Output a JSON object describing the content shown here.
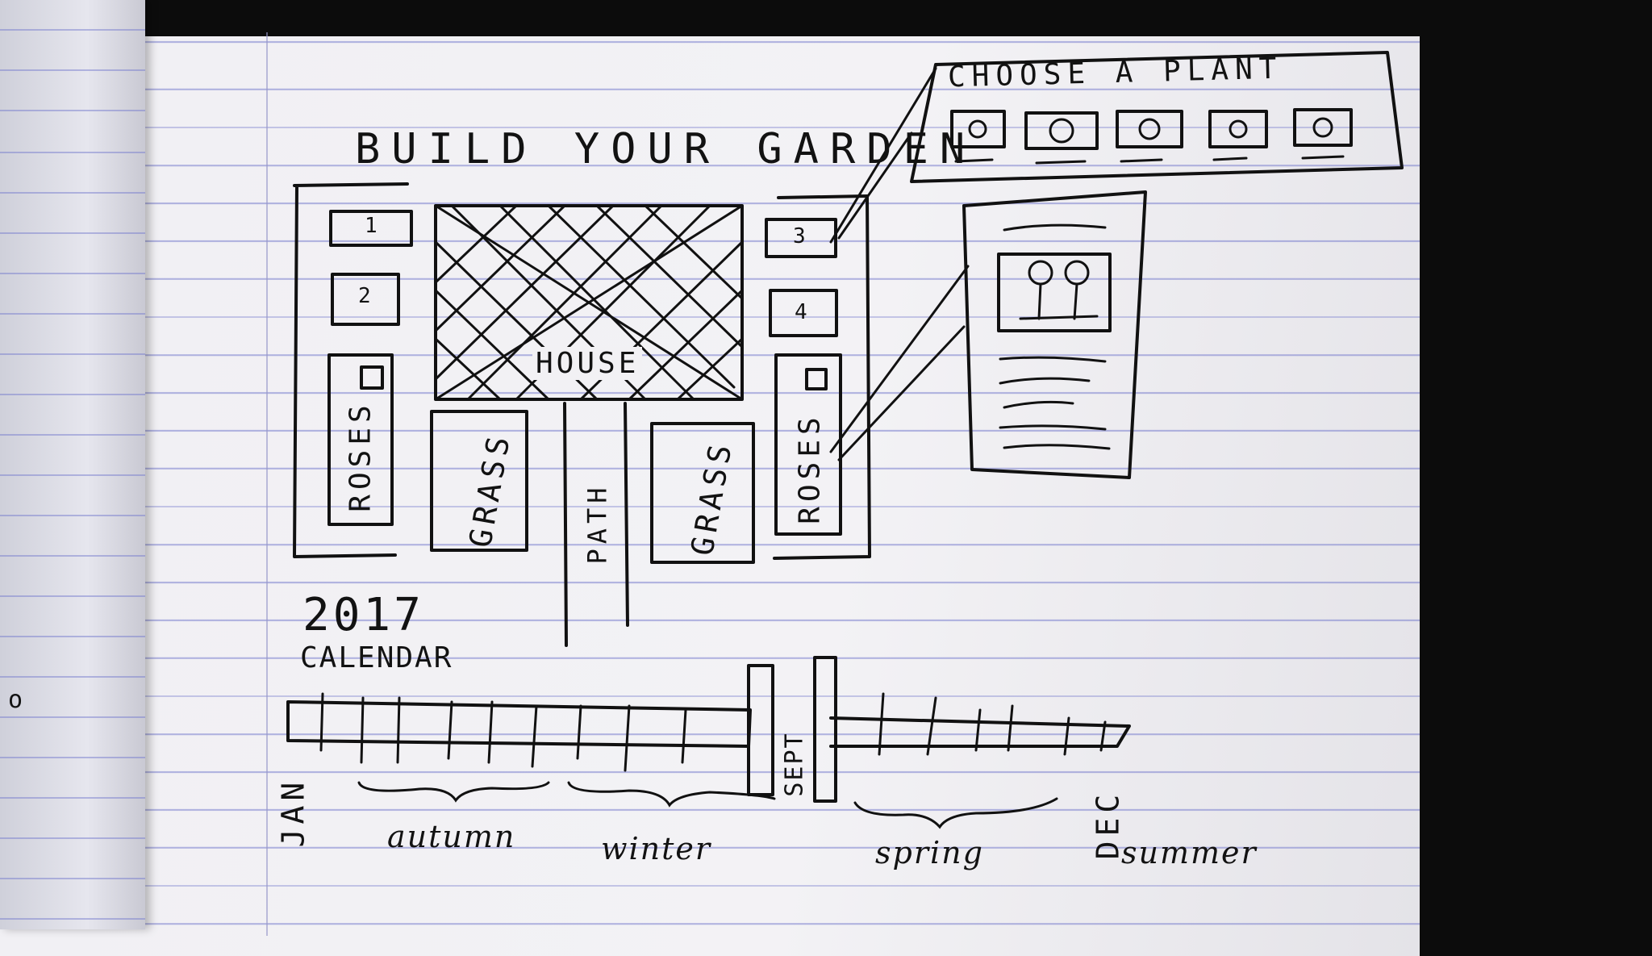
{
  "title": "BUILD YOUR GARDEN",
  "plant_picker": {
    "title": "CHOOSE A PLANT",
    "icons": [
      "plant-option-1-icon",
      "plant-option-2-icon",
      "plant-option-3-icon",
      "plant-option-4-icon",
      "plant-option-5-icon"
    ]
  },
  "garden": {
    "house_label": "HOUSE",
    "path_label": "PATH",
    "grass_left_label": "GRASS",
    "grass_right_label": "GRASS",
    "roses_left_label": "ROSES",
    "roses_right_label": "ROSES",
    "slots": [
      "1",
      "2",
      "3",
      "4"
    ]
  },
  "calendar": {
    "year": "2017",
    "label": "CALENDAR",
    "start_month": "JAN",
    "selected_month": "SEPT",
    "end_month": "DEC",
    "seasons": [
      "autumn",
      "winter",
      "spring",
      "summer"
    ]
  },
  "margin_mark": "o"
}
